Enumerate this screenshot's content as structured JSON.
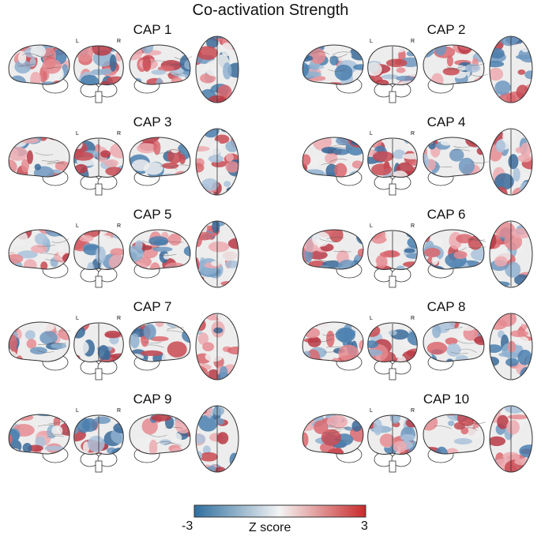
{
  "figure": {
    "title": "Co-activation Strength"
  },
  "view_labels": {
    "left": "L",
    "right": "R"
  },
  "caps": [
    {
      "label": "CAP 1"
    },
    {
      "label": "CAP 2"
    },
    {
      "label": "CAP 3"
    },
    {
      "label": "CAP 4"
    },
    {
      "label": "CAP 5"
    },
    {
      "label": "CAP 6"
    },
    {
      "label": "CAP 7"
    },
    {
      "label": "CAP 8"
    },
    {
      "label": "CAP 9"
    },
    {
      "label": "CAP 10"
    }
  ],
  "colorbar": {
    "label": "Z score",
    "min_label": "-3",
    "max_label": "3",
    "min_color": "#2f6f9f",
    "mid_color": "#f4f4f4",
    "max_color": "#c92a2a"
  },
  "colors": {
    "outline": "#333333",
    "cerebellum_fill": "#ffffff"
  }
}
